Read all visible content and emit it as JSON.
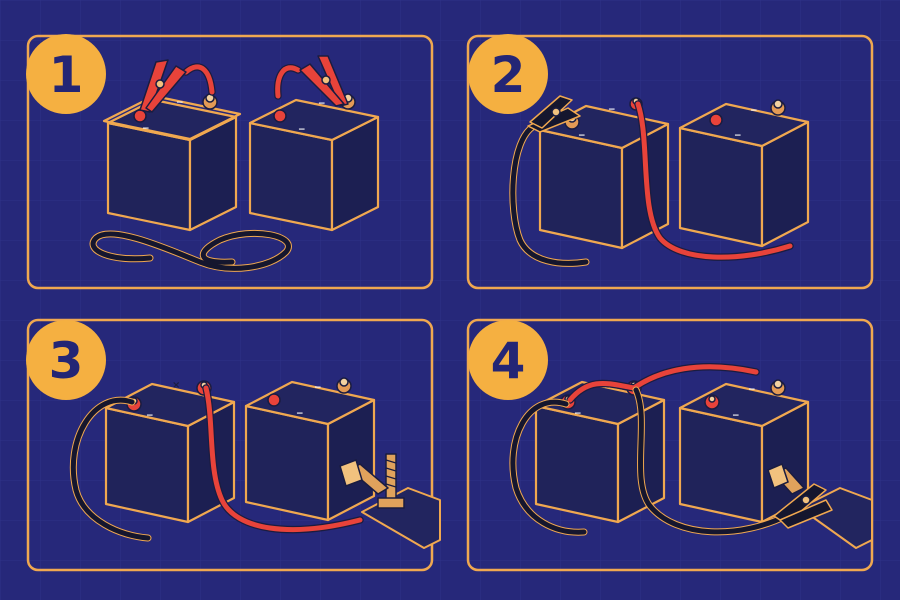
{
  "steps": [
    {
      "number": "1"
    },
    {
      "number": "2"
    },
    {
      "number": "3"
    },
    {
      "number": "4"
    }
  ],
  "terminal_signs": {
    "negative": "−",
    "positive_mark": "×"
  },
  "colors": {
    "background": "#26287a",
    "frame": "#f0a850",
    "badge": "#f5b041",
    "red_cable": "#e8433a",
    "black_cable": "#15162e"
  },
  "icons": [
    "battery-icon",
    "jumper-cable-icon",
    "clamp-icon",
    "ground-bolt-icon"
  ]
}
